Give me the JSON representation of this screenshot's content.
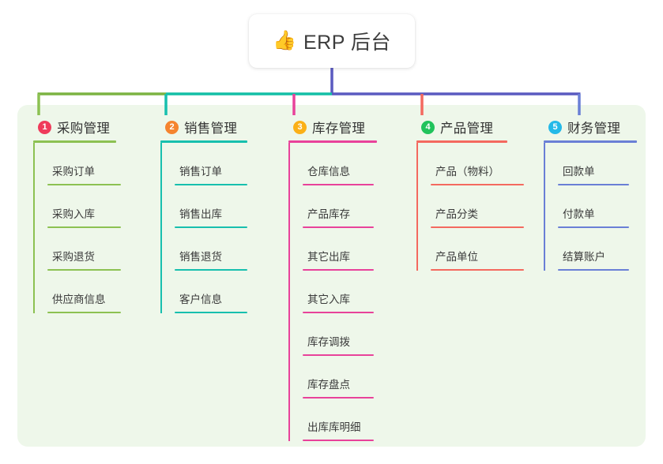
{
  "root": {
    "emoji": "👍",
    "emoji_name": "thumbs-up-icon",
    "title": "ERP 后台"
  },
  "panel": {
    "background_color": "#eef7ea"
  },
  "trunk": {
    "stem_color": "#5a5ac0",
    "bus_segments": [
      {
        "color": "#7cb342"
      },
      {
        "color": "#13bfa6"
      },
      {
        "color": "#5a5ac0"
      }
    ]
  },
  "branches": [
    {
      "number": "1",
      "title": "采购管理",
      "badge_color": "#ef3b5b",
      "rule_color": "#8cc152",
      "connector_color": "#8cc152",
      "items": [
        {
          "label": "采购订单"
        },
        {
          "label": "采购入库"
        },
        {
          "label": "采购退货"
        },
        {
          "label": "供应商信息"
        }
      ]
    },
    {
      "number": "2",
      "title": "销售管理",
      "badge_color": "#f5842f",
      "rule_color": "#17bfae",
      "connector_color": "#17bfae",
      "items": [
        {
          "label": "销售订单"
        },
        {
          "label": "销售出库"
        },
        {
          "label": "销售退货"
        },
        {
          "label": "客户信息"
        }
      ]
    },
    {
      "number": "3",
      "title": "库存管理",
      "badge_color": "#fbb017",
      "rule_color": "#e8429a",
      "connector_color": "#e8429a",
      "items": [
        {
          "label": "仓库信息"
        },
        {
          "label": "产品库存"
        },
        {
          "label": "其它出库"
        },
        {
          "label": "其它入库"
        },
        {
          "label": "库存调拨"
        },
        {
          "label": "库存盘点"
        },
        {
          "label": "出库库明细"
        }
      ]
    },
    {
      "number": "4",
      "title": "产品管理",
      "badge_color": "#21c35c",
      "rule_color": "#f4695f",
      "connector_color": "#f4695f",
      "items": [
        {
          "label": "产品（物料）"
        },
        {
          "label": "产品分类"
        },
        {
          "label": "产品单位"
        }
      ]
    },
    {
      "number": "5",
      "title": "财务管理",
      "badge_color": "#24b9e8",
      "rule_color": "#6a7fd6",
      "connector_color": "#6a7fd6",
      "items": [
        {
          "label": "回款单"
        },
        {
          "label": "付款单"
        },
        {
          "label": "结算账户"
        }
      ]
    }
  ]
}
